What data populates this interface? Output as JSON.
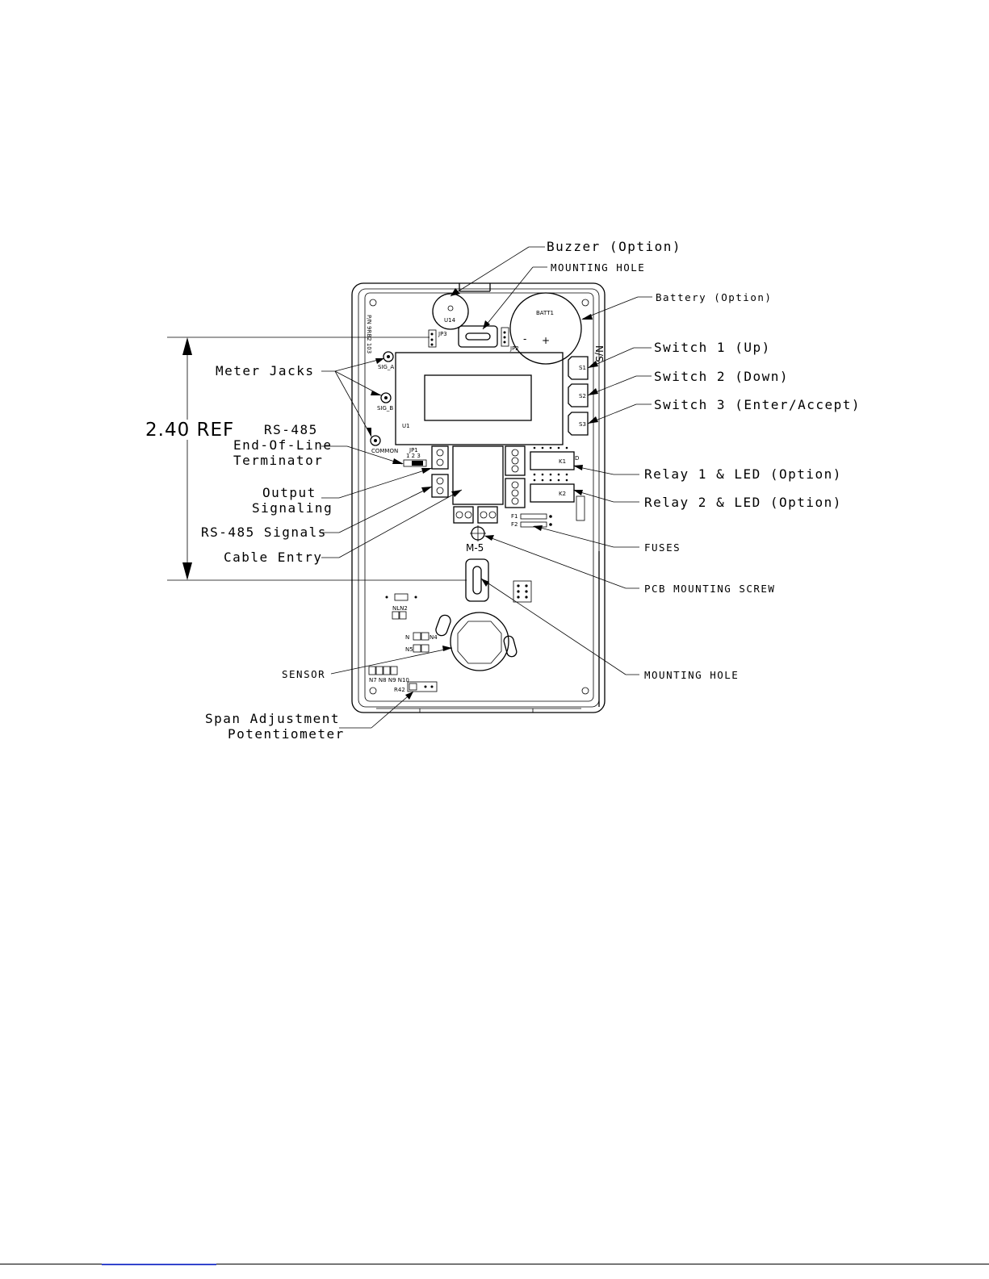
{
  "dimension": {
    "label": "2.40 REF"
  },
  "callouts": {
    "buzzer": "Buzzer (Option)",
    "mounting_hole_top": "MOUNTING HOLE",
    "battery": "Battery (Option)",
    "switch1": "Switch 1 (Up)",
    "switch2": "Switch 2 (Down)",
    "switch3": "Switch 3 (Enter/Accept)",
    "meter_jacks": "Meter Jacks",
    "rs485_eol_line1": "RS-485",
    "rs485_eol_line2": "End-Of-Line",
    "rs485_eol_line3": "Terminator",
    "output_line1": "Output",
    "output_line2": "Signaling",
    "rs485_signals": "RS-485 Signals",
    "cable_entry": "Cable Entry",
    "relay1": "Relay 1 & LED (Option)",
    "relay2": "Relay 2 & LED (Option)",
    "fuses": "FUSES",
    "pcb_screw": "PCB MOUNTING SCREW",
    "mounting_hole_bottom": "MOUNTING HOLE",
    "sensor": "SENSOR",
    "span_line1": "Span Adjustment",
    "span_line2": "Potentiometer"
  },
  "board": {
    "u14": "U14",
    "batt": "BATT1",
    "jp3": "JP3",
    "jp2": "JP2",
    "sig_a": "SIG_A",
    "sig_b": "SIG_B",
    "common": "COMMON",
    "u1": "U1",
    "jp1": "JP1",
    "jp1_pins": "1 2 3",
    "k1": "K1",
    "k2": "K2",
    "s1": "S1",
    "s2": "S2",
    "s3": "S3",
    "m5": "M-5",
    "f1": "F1",
    "f2": "F2",
    "nln2": "NLN2",
    "n4": "N4",
    "n5": "N5",
    "n7": "N7 N8 N9 N10",
    "r42": "R42",
    "ns": "N/S",
    "d": "D",
    "minus": "-",
    "plus": "+"
  }
}
